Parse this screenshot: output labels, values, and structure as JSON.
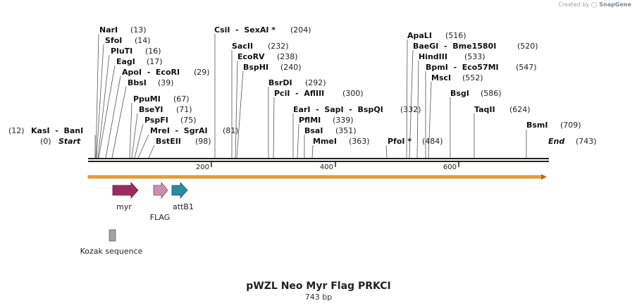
{
  "credit": {
    "prefix": "Created by",
    "brand": "SnapGene"
  },
  "plasmid": {
    "name": "pWZL Neo Myr Flag PRKCI",
    "length_label": "743 bp"
  },
  "axis": {
    "ticks": [
      "200",
      "400",
      "600"
    ]
  },
  "colors": {
    "backbone": "#222222",
    "orf": "#f0a030",
    "myr": "#9b2d5c",
    "flag": "#cc8fb0",
    "attB1": "#2e8aa0",
    "kozak": "#a0a4a8"
  },
  "sites": [
    {
      "name": "NarI",
      "pos": "(13)"
    },
    {
      "name": "SfoI",
      "pos": "(14)"
    },
    {
      "name": "PluTI",
      "pos": "(16)"
    },
    {
      "name": "EagI",
      "pos": "(17)"
    },
    {
      "name": "ApoI  -  EcoRI",
      "pos": "(29)"
    },
    {
      "name": "BbsI",
      "pos": "(39)"
    },
    {
      "name": "PpuMI",
      "pos": "(67)"
    },
    {
      "name": "BseYI",
      "pos": "(71)"
    },
    {
      "name": "PspFI",
      "pos": "(75)"
    },
    {
      "name": "MreI  -  SgrAI",
      "pos": "(81)"
    },
    {
      "name": "BstEII",
      "pos": "(98)"
    },
    {
      "name": "CsiI  -  SexAI *",
      "pos": "(204)"
    },
    {
      "name": "SacII",
      "pos": "(232)"
    },
    {
      "name": "EcoRV",
      "pos": "(238)"
    },
    {
      "name": "BspHI",
      "pos": "(240)"
    },
    {
      "name": "BsrDI",
      "pos": "(292)"
    },
    {
      "name": "PciI  -  AflIII",
      "pos": "(300)"
    },
    {
      "name": "EarI  -  SapI  -  BspQI",
      "pos": "(332)"
    },
    {
      "name": "PflMI",
      "pos": "(339)"
    },
    {
      "name": "BsaI",
      "pos": "(351)"
    },
    {
      "name": "MmeI",
      "pos": "(363)"
    },
    {
      "name": "PfoI *",
      "pos": "(484)"
    },
    {
      "name": "ApaLI",
      "pos": "(516)"
    },
    {
      "name": "BaeGI  -  Bme1580I",
      "pos": "(520)"
    },
    {
      "name": "HindIII",
      "pos": "(533)"
    },
    {
      "name": "BpmI  -  Eco57MI",
      "pos": "(547)"
    },
    {
      "name": "MscI",
      "pos": "(552)"
    },
    {
      "name": "BsgI",
      "pos": "(586)"
    },
    {
      "name": "TaqII",
      "pos": "(624)"
    },
    {
      "name": "BsmI",
      "pos": "(709)"
    },
    {
      "name": "KasI  -  BanI",
      "pos": "(12)"
    }
  ],
  "ends": {
    "start": "Start",
    "start_pos": "(0)",
    "end": "End",
    "end_pos": "(743)"
  },
  "features": {
    "myr": "myr",
    "flag": "FLAG",
    "attb1": "attB1",
    "kozak": "Kozak sequence"
  }
}
